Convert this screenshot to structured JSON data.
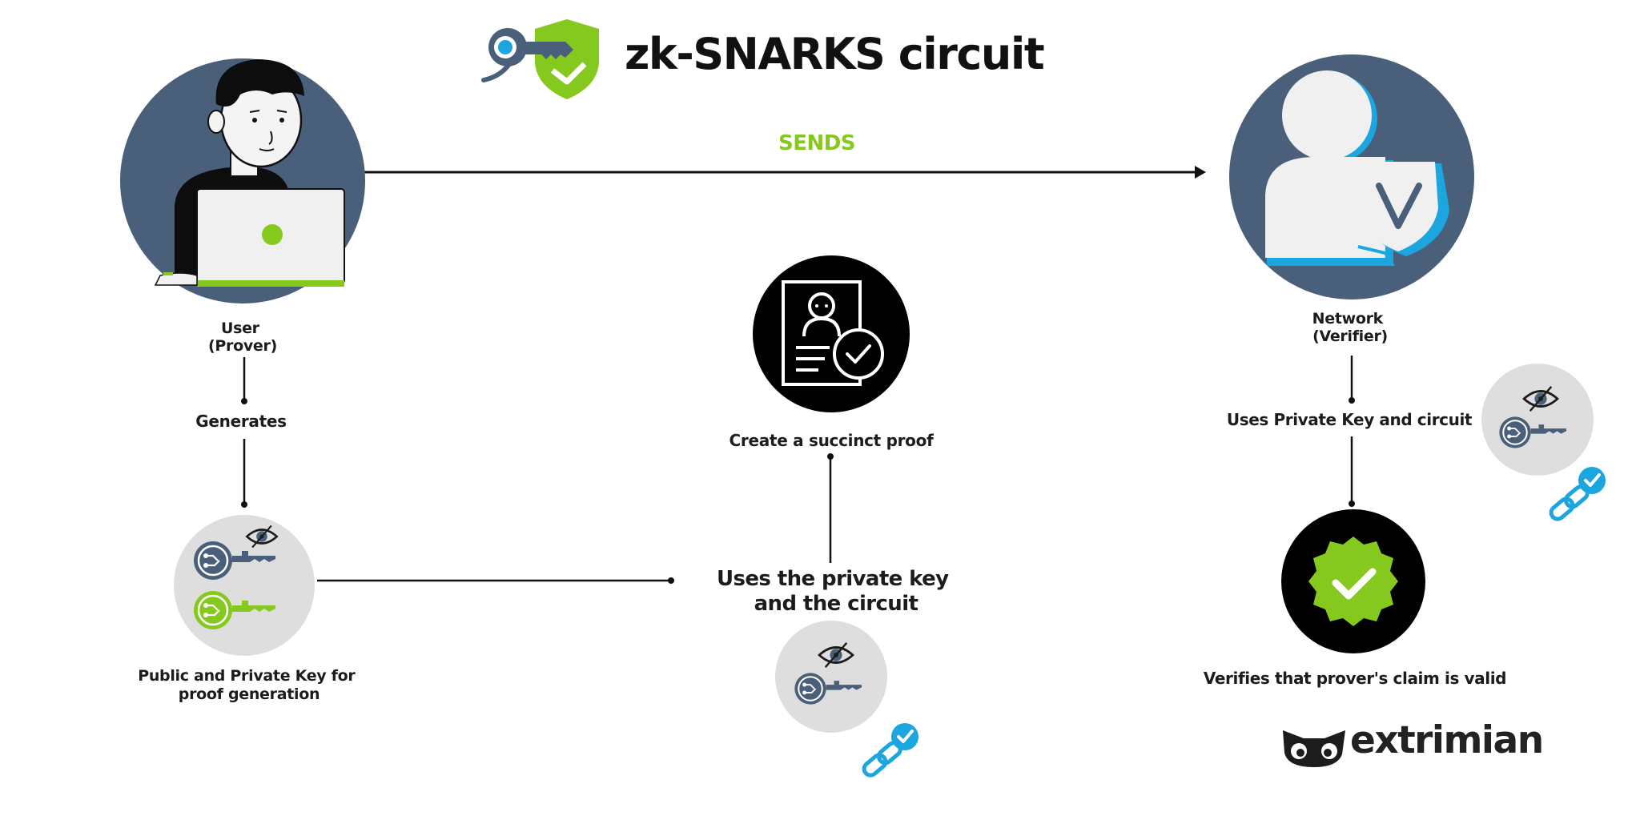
{
  "title": "zk-SNARKS circuit",
  "edge_sends": "SENDS",
  "nodes": {
    "user": {
      "line1": "User",
      "line2": "(Prover)"
    },
    "generates": "Generates",
    "keys": {
      "line1": "Public and Private Key for",
      "line2": "proof generation"
    },
    "proof": "Create a succinct proof",
    "uses_key": {
      "line1": "Uses the private key",
      "line2": "and the circuit"
    },
    "network": {
      "line1": "Network",
      "line2": "(Verifier)"
    },
    "verifier_uses": "Uses Private Key and circuit",
    "verifies": "Verifies that prover's claim is valid"
  },
  "brand": "extrimian",
  "colors": {
    "slate": "#4a5f7a",
    "green": "#86c91e",
    "cyan": "#1ba6e0",
    "light_gray": "#dedede",
    "black": "#000000"
  },
  "icons": [
    "key-shield-icon",
    "user-laptop-icon",
    "verifier-shield-icon",
    "document-check-icon",
    "badge-check-icon",
    "eye-icon",
    "circuit-key-icon",
    "link-check-icon",
    "owl-logo-icon"
  ]
}
